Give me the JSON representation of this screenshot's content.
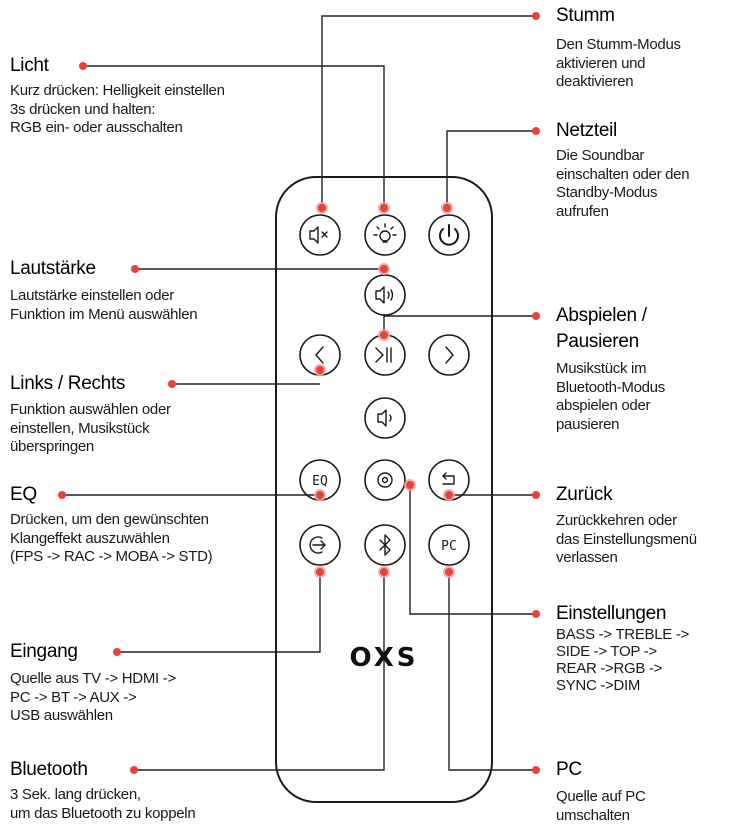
{
  "brand": "OXS",
  "buttons": {
    "mute": "mute-icon",
    "light": "light-icon",
    "power": "power-icon",
    "volume_up": "volume-up-icon",
    "prev": "chevron-left-icon",
    "play_pause": "play-pause-icon",
    "next": "chevron-right-icon",
    "volume_down": "volume-down-icon",
    "eq": "EQ",
    "settings": "settings-icon",
    "back": "back-icon",
    "input": "input-icon",
    "bluetooth": "bluetooth-icon",
    "pc": "PC"
  },
  "labels": {
    "licht": {
      "title": "Licht",
      "lines": [
        "Kurz drücken: Helligkeit einstellen",
        "3s drücken und halten:",
        "RGB ein- oder ausschalten"
      ]
    },
    "lautstaerke": {
      "title": "Lautstärke",
      "lines": [
        "Lautstärke einstellen oder",
        "Funktion im Menü auswählen"
      ]
    },
    "links_rechts": {
      "title": "Links / Rechts",
      "lines": [
        "Funktion auswählen oder",
        "einstellen, Musikstück",
        "überspringen"
      ]
    },
    "eq": {
      "title": "EQ",
      "lines": [
        "Drücken, um den gewünschten",
        "Klangeffekt auszuwählen",
        "(FPS -> RAC -> MOBA -> STD)"
      ]
    },
    "eingang": {
      "title": "Eingang",
      "lines": [
        "Quelle aus TV -> HDMI ->",
        "PC -> BT -> AUX ->",
        "USB auswählen"
      ]
    },
    "bluetooth": {
      "title": "Bluetooth",
      "lines": [
        "3 Sek. lang drücken,",
        "um das Bluetooth zu koppeln"
      ]
    },
    "stumm": {
      "title": "Stumm",
      "lines": [
        "Den Stumm-Modus",
        "aktivieren und",
        "deaktivieren"
      ]
    },
    "netzteil": {
      "title": "Netzteil",
      "lines": [
        "Die Soundbar",
        "einschalten oder den",
        "Standby-Modus",
        "aufrufen"
      ]
    },
    "abspielen": {
      "title": "Abspielen /",
      "title2": "Pausieren",
      "lines": [
        "Musikstück im",
        "Bluetooth-Modus",
        "abspielen oder",
        "pausieren"
      ]
    },
    "zurueck": {
      "title": "Zurück",
      "lines": [
        "Zurückkehren oder",
        "das Einstellungsmenü",
        "verlassen"
      ]
    },
    "einstellungen": {
      "title": "Einstellungen",
      "lines": [
        "BASS -> TREBLE ->",
        "SIDE -> TOP ->",
        "REAR ->RGB ->",
        "SYNC ->DIM"
      ]
    },
    "pc": {
      "title": "PC",
      "lines": [
        "Quelle auf PC",
        "umschalten"
      ]
    }
  },
  "colors": {
    "accent": "#e8423a",
    "accent_light": "#f4a09a",
    "line": "#222222",
    "remote_stroke": "#1a1a1a"
  }
}
